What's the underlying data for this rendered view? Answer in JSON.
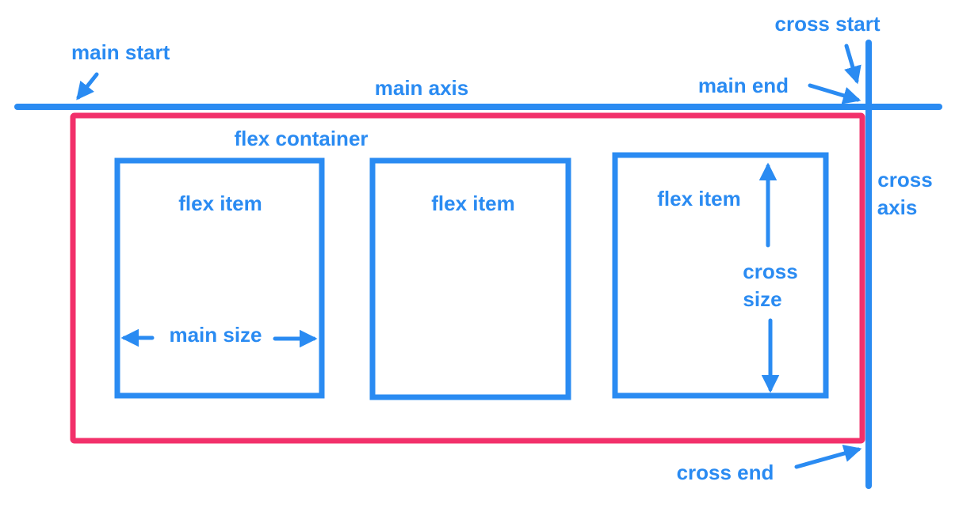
{
  "colors": {
    "axis": "#2A8BF2",
    "container": "#F2306A",
    "label": "#2A8BF2",
    "background": "#FFFFFF"
  },
  "labels": {
    "main_start": "main start",
    "main_axis": "main axis",
    "main_end": "main end",
    "cross_start": "cross start",
    "cross_axis_line1": "cross",
    "cross_axis_line2": "axis",
    "flex_container": "flex container",
    "flex_item_1": "flex item",
    "flex_item_2": "flex item",
    "flex_item_3": "flex item",
    "main_size": "main size",
    "cross_size_line1": "cross",
    "cross_size_line2": "size",
    "cross_end": "cross end"
  }
}
